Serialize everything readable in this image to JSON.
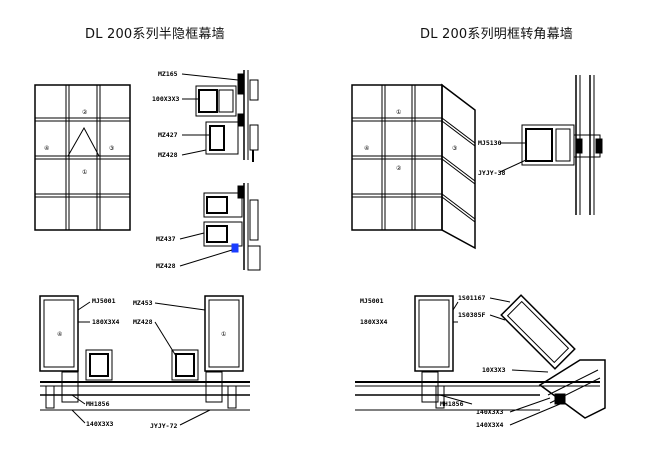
{
  "titles": {
    "left": "DL 200系列半隐框幕墙",
    "right": "DL 200系列明框转角幕墙"
  },
  "left_section": {
    "elevation_marks": [
      "①",
      "②",
      "③",
      "④"
    ],
    "upper_labels": [
      "MZ165",
      "100X3X3",
      "MZ427",
      "MZ428"
    ],
    "middle_labels": [
      "MZ437",
      "MZ428"
    ],
    "lower_labels": [
      "MJ5001",
      "180X3X4",
      "MZ453",
      "MZ428",
      "MH1856",
      "140X3X3",
      "JYJY-72"
    ],
    "lower_marks": [
      "④",
      "①"
    ]
  },
  "right_section": {
    "elevation_marks": [
      "①",
      "②",
      "③",
      "④"
    ],
    "upper_labels": [
      "MJ5130",
      "JYJY-38"
    ],
    "lower_labels": [
      "MJ5001",
      "180X3X4",
      "1S01167",
      "1S0385F",
      "10X3X3",
      "MH1856",
      "140X3X3",
      "140X3X4"
    ]
  },
  "colors": {
    "line": "#000000",
    "accent": "#1a3cff"
  }
}
